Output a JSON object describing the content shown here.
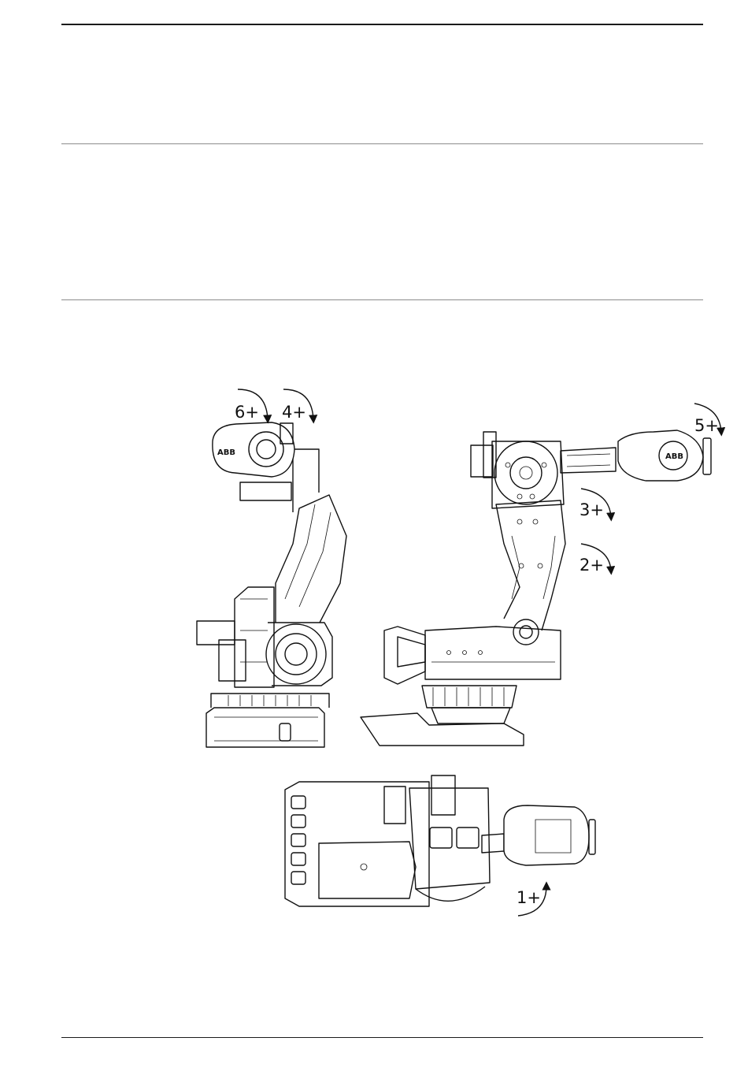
{
  "figure": {
    "axis_labels": {
      "axis1": "1+",
      "axis2": "2+",
      "axis3": "3+",
      "axis4": "4+",
      "axis5": "5+",
      "axis6": "6+"
    },
    "logo_text": "ABB"
  }
}
